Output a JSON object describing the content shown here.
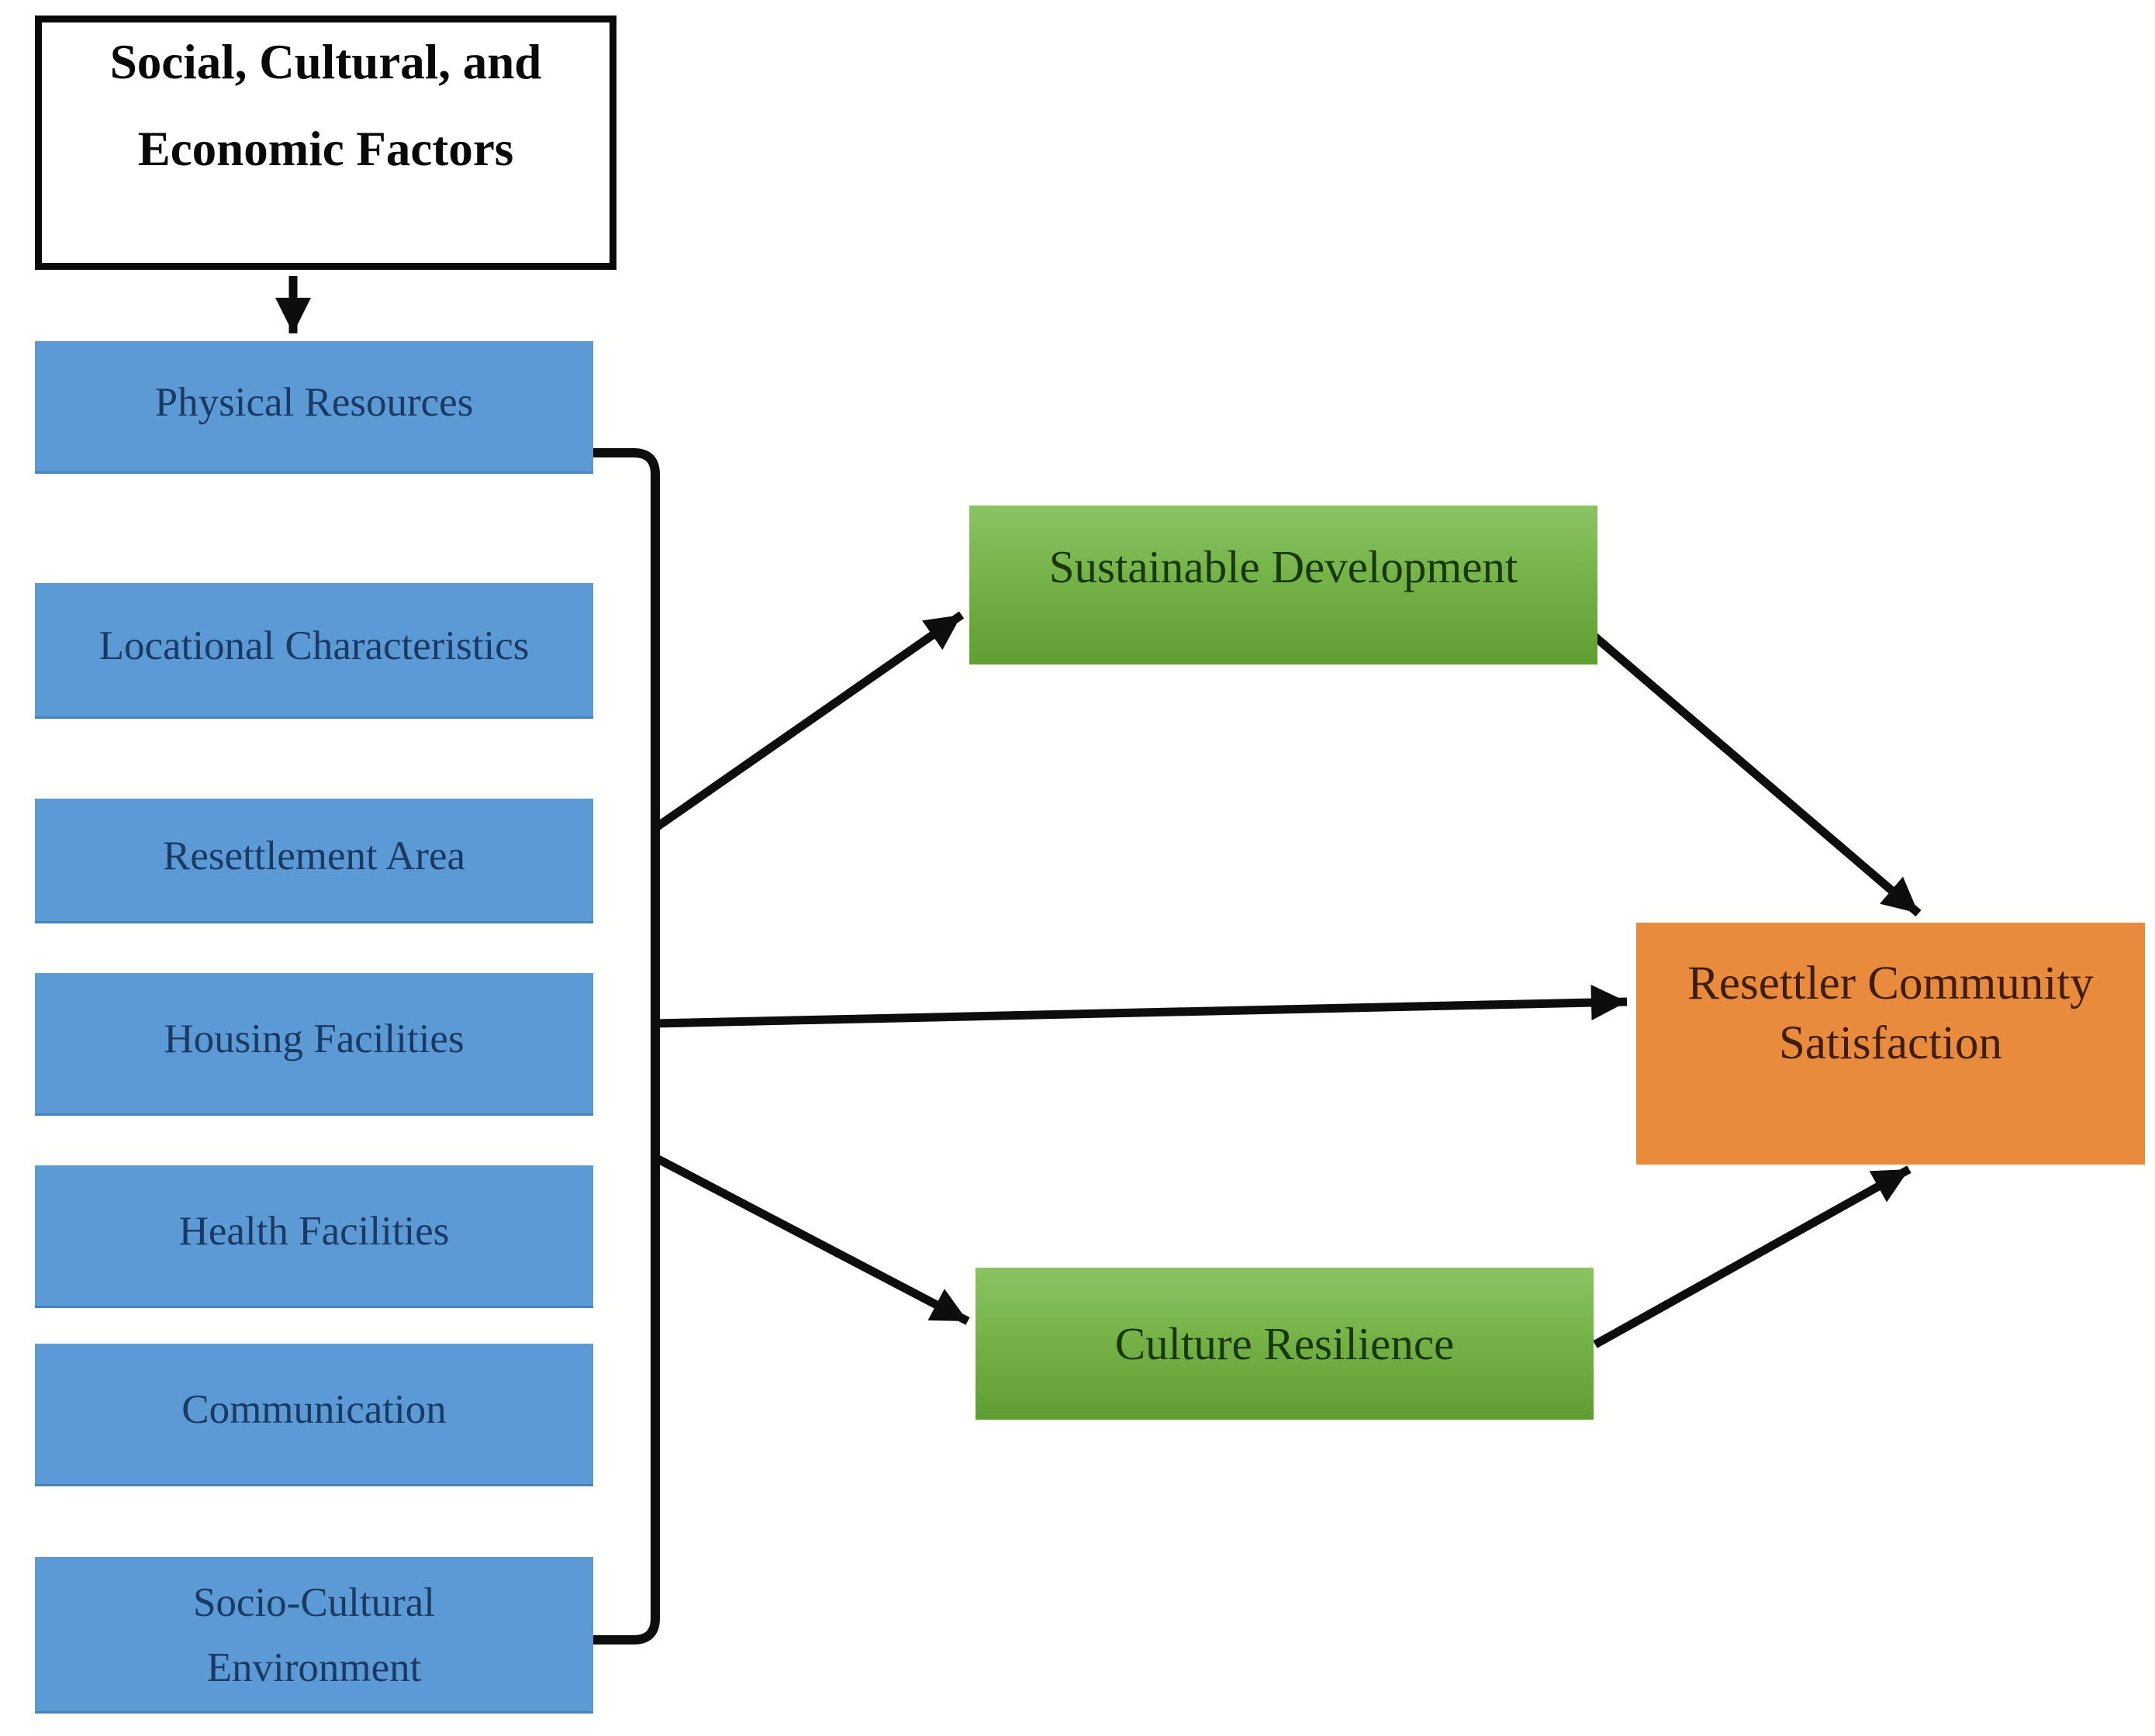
{
  "palette": {
    "factor_blue": "#5b9ad5",
    "factor_text_navy": "#1b3a63",
    "mediator_green_top": "#8ac463",
    "mediator_green_bottom": "#5f9e33",
    "mediator_text_dark_green": "#17380c",
    "outcome_orange": "#e98b3d",
    "outcome_text_dark_brown": "#3f1d06",
    "connector_black": "#0d0d0d",
    "header_border_black": "#0b0b0b"
  },
  "header_box": {
    "line1": "Social, Cultural, and",
    "line2": "Economic Factors"
  },
  "factor_boxes": [
    {
      "label": "Physical Resources"
    },
    {
      "label": "Locational Characteristics"
    },
    {
      "label": "Resettlement Area"
    },
    {
      "label": "Housing Facilities"
    },
    {
      "label": "Health Facilities"
    },
    {
      "label": "Communication"
    },
    {
      "label": "Socio-Cultural Environment"
    }
  ],
  "mediator_boxes": [
    {
      "label": "Sustainable Development"
    },
    {
      "label": "Culture Resilience"
    }
  ],
  "outcome_box": {
    "line1": "Resettler Community",
    "line2": "Satisfaction"
  }
}
